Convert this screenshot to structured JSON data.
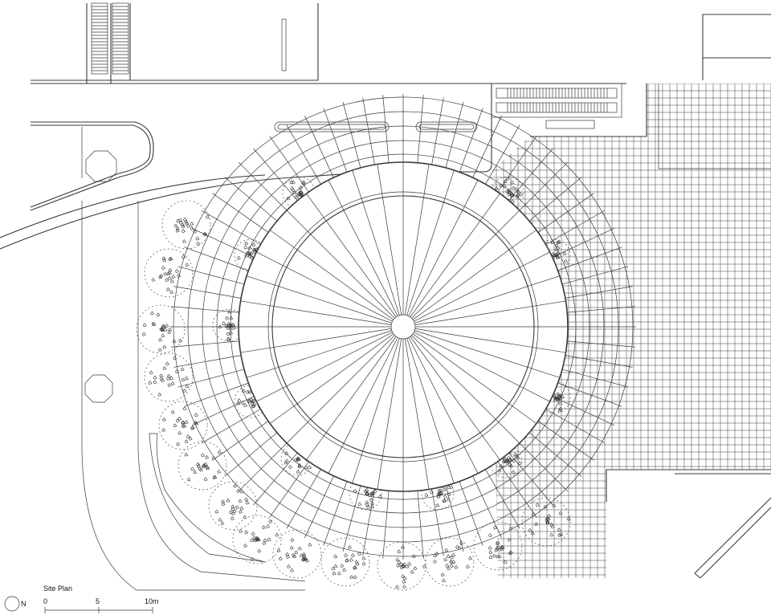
{
  "legend": {
    "title": "Site Plan",
    "north": "N",
    "scale_labels": [
      "0",
      "5",
      "10m"
    ]
  },
  "colors": {
    "background": "#ffffff",
    "linework": "#3a3a3a"
  }
}
